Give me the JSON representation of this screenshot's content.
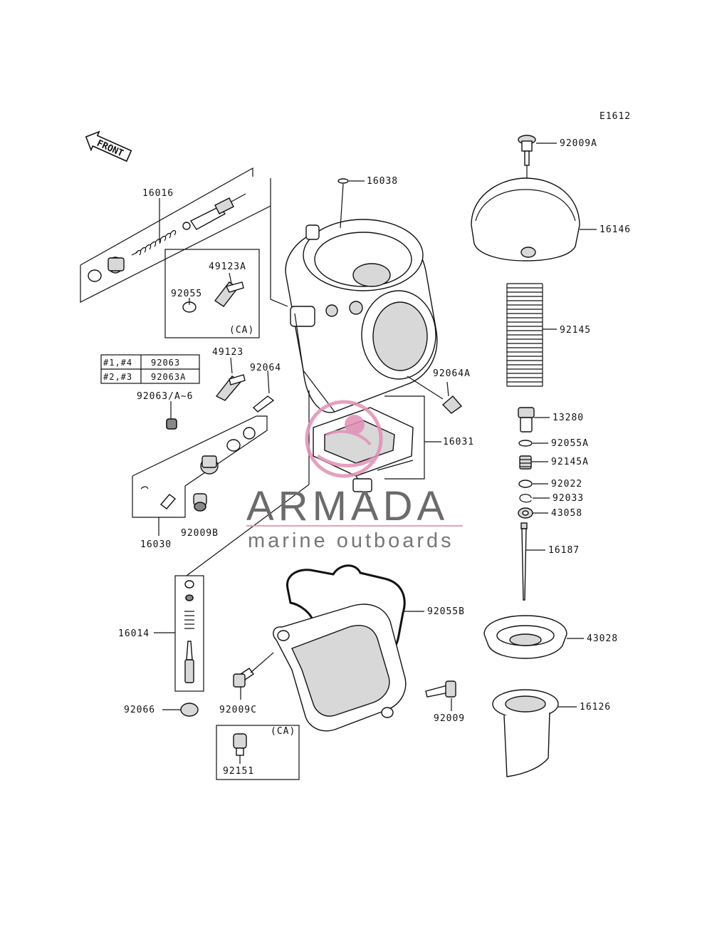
{
  "diagram_code": "E1612",
  "front_label": "FRONT",
  "watermark": {
    "title": "ARMADA",
    "subtitle": "marine outboards",
    "accent_color": "#e38fb6",
    "text_color": "#6b6b6b"
  },
  "ca_label": "(CA)",
  "parts": {
    "p92009A": "92009A",
    "p16038": "16038",
    "p16016": "16016",
    "p16146": "16146",
    "p49123A": "49123A",
    "p92055": "92055",
    "p92145": "92145",
    "p49123": "49123",
    "p92064": "92064",
    "p92064A": "92064A",
    "p92063A6": "92063/A~6",
    "p13280": "13280",
    "p16031": "16031",
    "p92055A": "92055A",
    "p92145A": "92145A",
    "p92022": "92022",
    "p92033": "92033",
    "p43058": "43058",
    "p16030": "16030",
    "p92009B": "92009B",
    "p16187": "16187",
    "p92055B": "92055B",
    "p16014": "16014",
    "p43028": "43028",
    "p92009": "92009",
    "p92066": "92066",
    "p92009C": "92009C",
    "p16126": "16126",
    "p92151": "92151"
  },
  "jet_table": {
    "rows": [
      {
        "cylinders": "#1,#4",
        "part": "92063"
      },
      {
        "cylinders": "#2,#3",
        "part": "92063A"
      }
    ]
  }
}
